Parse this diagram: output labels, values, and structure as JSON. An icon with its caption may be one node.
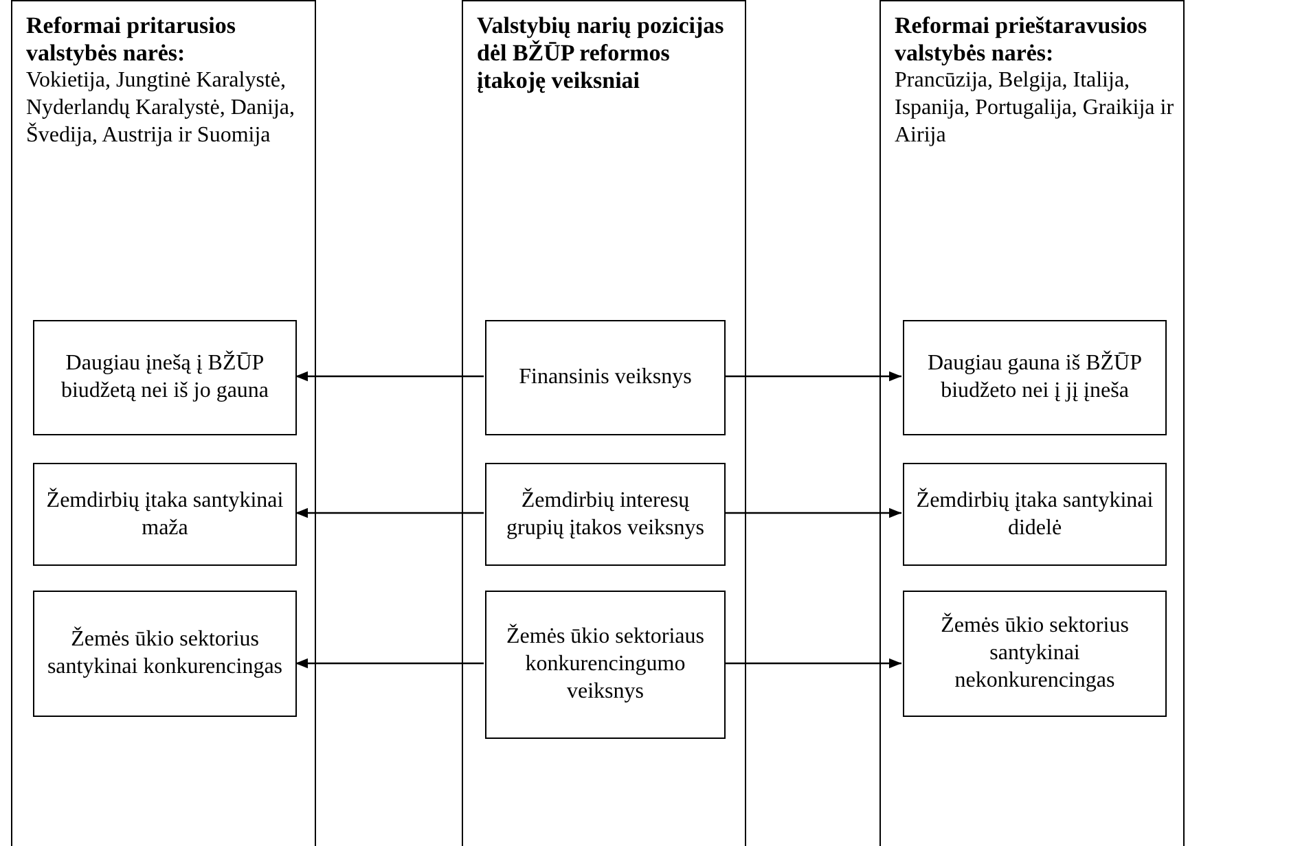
{
  "diagram": {
    "nodes": [
      {
        "text": [
          "Reformai pritarusios valstybės narės:",
          "Vokietija, Jungtinė Karalystė, Nyderlandų Karalystė, Danija, Švedija, Austrija ir Suomija"
        ]
      },
      {
        "text": [
          "Daugiau įnešą į BŽŪP biudžetą nei iš jo gauna"
        ],
        "in": 0
      },
      {
        "text": [
          "Žemdirbių įtaka santykinai maža"
        ],
        "in": 0
      },
      {
        "text": [
          "Žemės ūkio sektorius santykinai konkurencingas"
        ],
        "in": 0
      },
      {
        "text": [
          "Valstybių narių pozicijas dėl BŽŪP reformos įtakoję veiksniai"
        ]
      },
      {
        "text": [
          "Finansinis veiksnys"
        ],
        "in": 4
      },
      {
        "text": [
          "Žemdirbių interesų grupių įtakos veiksnys"
        ],
        "in": 4
      },
      {
        "text": [
          "Žemės ūkio sektoriaus konkurencingumo veiksnys"
        ],
        "in": 4
      },
      {
        "text": [
          "Reformai prieštaravusios valstybės narės:",
          "Prancūzija, Belgija, Italija, Ispanija, Portugalija, Graikija ir Airija"
        ]
      },
      {
        "text": [
          "Daugiau gauna iš BŽŪP biudžeto nei į jį įneša"
        ],
        "in": 8
      },
      {
        "text": [
          "Žemdirbių įtaka santykinai didelė"
        ],
        "in": 8
      },
      {
        "text": [
          "Žemės ūkio sektorius santykinai nekonkurencingas"
        ],
        "in": 8
      }
    ],
    "edges": [
      {
        "from": 5,
        "to": 1,
        "arrow": "to"
      },
      {
        "from": 5,
        "to": 9,
        "arrow": "to"
      },
      {
        "from": 6,
        "to": 2,
        "arrow": "to"
      },
      {
        "from": 6,
        "to": 10,
        "arrow": "to"
      },
      {
        "from": 7,
        "to": 3,
        "arrow": "to"
      },
      {
        "from": 7,
        "to": 11,
        "arrow": "to"
      }
    ]
  }
}
